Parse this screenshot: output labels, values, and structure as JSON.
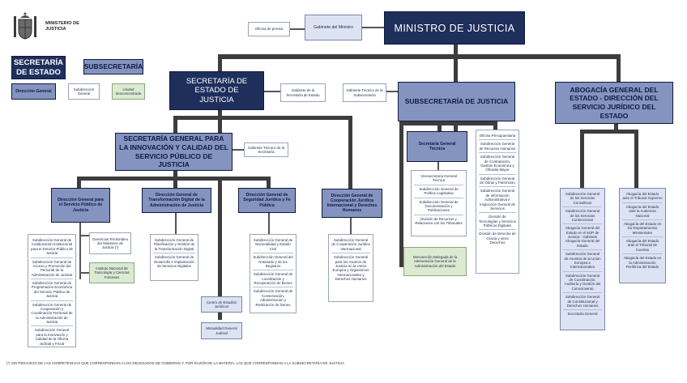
{
  "logo": {
    "label": "MINISTERIO DE JUSTICIA"
  },
  "legend": {
    "secretaria_estado": "SECRETARÍA DE ESTADO",
    "subsecretaria": "SUBSECRETARÍA",
    "direccion_general": "Dirección General",
    "subdireccion_general": "Subdirección General",
    "unidad_desconcentrada": "Unidad desconcentrada"
  },
  "top": {
    "minister": "MINISTRO DE JUSTICIA",
    "gabinete": "Gabinete del Ministro",
    "prensa": "Oficina de prensa"
  },
  "se": {
    "title": "SECRETARÍA DE ESTADO DE JUSTICIA",
    "gabinete": "Gabinete de la Secretaría de Estado"
  },
  "sub": {
    "title": "SUBSECRETARÍA DE JUSTICIA",
    "gabinete": "Gabinete Técnico de la Subsecretaría",
    "sgt": "Secretaría General Técnica",
    "sgt_units": [
      "Vicesecretaría General Técnica",
      "Subdirección General de Política Legislativa",
      "Subdirección General de Documentación y Publicaciones",
      "División de Recursos y Relaciones con los Tribunales"
    ],
    "sgt_green": "Intervención Delegada de la Intervención General de la Administración del Estado",
    "units": [
      "Oficina Presupuestaria",
      "Subdirección General de Recursos Humanos",
      "Subdirección General de Contratación, Gestión Económica y Oficialía Mayor",
      "Subdirección General de Obras y Patrimonio",
      "Subdirección General de Información Administrativa e Inspección General de Servicios",
      "División de Tecnologías y Servicios Públicos Digitales",
      "División de Derecho de Gracia y otros Derechos"
    ]
  },
  "abogacia": {
    "title": "ABOGACÍA GENERAL DEL ESTADO - DIRECCIÓN DEL SERVICIO JURÍDICO DEL ESTADO",
    "col1": [
      "Subdirección General de los Servicios Consultivos",
      "Subdirección General de los Servicios Contenciosos",
      "Abogacía General del Estado en el MJP de Justicia - Gabinete Abogacía General del Estado",
      "Subdirección General de Asuntos de la Unión Europea e Internacionales",
      "Subdirección General de Coordinación, Auditoría y Gestión del Conocimiento",
      "Subdirección General de Constitucional y Derechos Humanos",
      "Secretaría General"
    ],
    "col2": [
      "Abogacía del Estado ante el Tribunal Supremo",
      "Abogacía del Estado ante la Audiencia Nacional",
      "Abogacía del Estado en los Departamentos Ministeriales",
      "Abogacía del Estado ante el Tribunal de Cuentas",
      "Abogacía del Estado en la Administración Periférica del Estado"
    ]
  },
  "sgic": {
    "title": "SECRETARÍA GENERAL PARA LA INNOVACIÓN Y CALIDAD DEL SERVICIO PÚBLICO DE JUSTICIA",
    "gabinete": "Gabinete Técnico de la Secretaría"
  },
  "dg1": {
    "title": "Dirección General para el Servicio Público de Justicia",
    "units": [
      "Subdirección General de Colaboración Institucional para el Servicio Público de Justicia",
      "Subdirección General de Acceso y Promoción del Personal de la Administración de Justicia",
      "Subdirección General de Programación Económica del Servicio Público de Justicia",
      "Subdirección General de Cooperación y Coordinación Territorial de la Administración de Justicia",
      "Subdirección General para la Innovación y Calidad de la Oficina Judicial y Fiscal"
    ],
    "gerencias": "Gerencias Territoriales del Ministerio de Justicia (*)",
    "instituto": "Instituto Nacional de Toxicología y Ciencias Forenses"
  },
  "dg2": {
    "title": "Dirección General de Transformación Digital de la Administración de Justicia",
    "units": [
      "Subdirección General de Planificación y Gestión de la Transformación Digital",
      "Subdirección General de Desarrollo e Implantación de Servicios Digitales"
    ]
  },
  "centro": {
    "estudios": "Centro de Estudios Jurídicos",
    "mutualidad": "Mutualidad General Judicial"
  },
  "dg3": {
    "title": "Dirección General de Seguridad Jurídica y Fe Pública",
    "units": [
      "Subdirección General de Nacionalidad y Estado Civil",
      "Subdirección General del Notariado y de los Registros",
      "Subdirección General de Localización y Recuperación de bienes",
      "Subdirección General de Conservación, Administración y Realización de bienes"
    ]
  },
  "dg4": {
    "title": "Dirección General de Cooperación Jurídica Internacional y Derechos Humanos",
    "units": [
      "Subdirección General de Cooperación Jurídica Internacional",
      "Subdirección General para los Asuntos de Justicia en la Unión Europea y Organismos Internacionales y Derechos Humanos"
    ]
  },
  "footnote": "(*) SIN PERJUICIO DE LAS COMPETENCIAS QUE CORRESPONDAN A LOS DELEGADOS DE GOBIERNO Y, POR RAZÓN DE LA MATERIA, LAS QUE CORRESPONDAN A LA SUBSECRETARÍA DE JUSTICIA",
  "colors": {
    "navy": "#1f2f5c",
    "mid": "#8593c0",
    "light": "#dde3f3",
    "green": "#dcead2",
    "connector": "#3d3d3d"
  }
}
